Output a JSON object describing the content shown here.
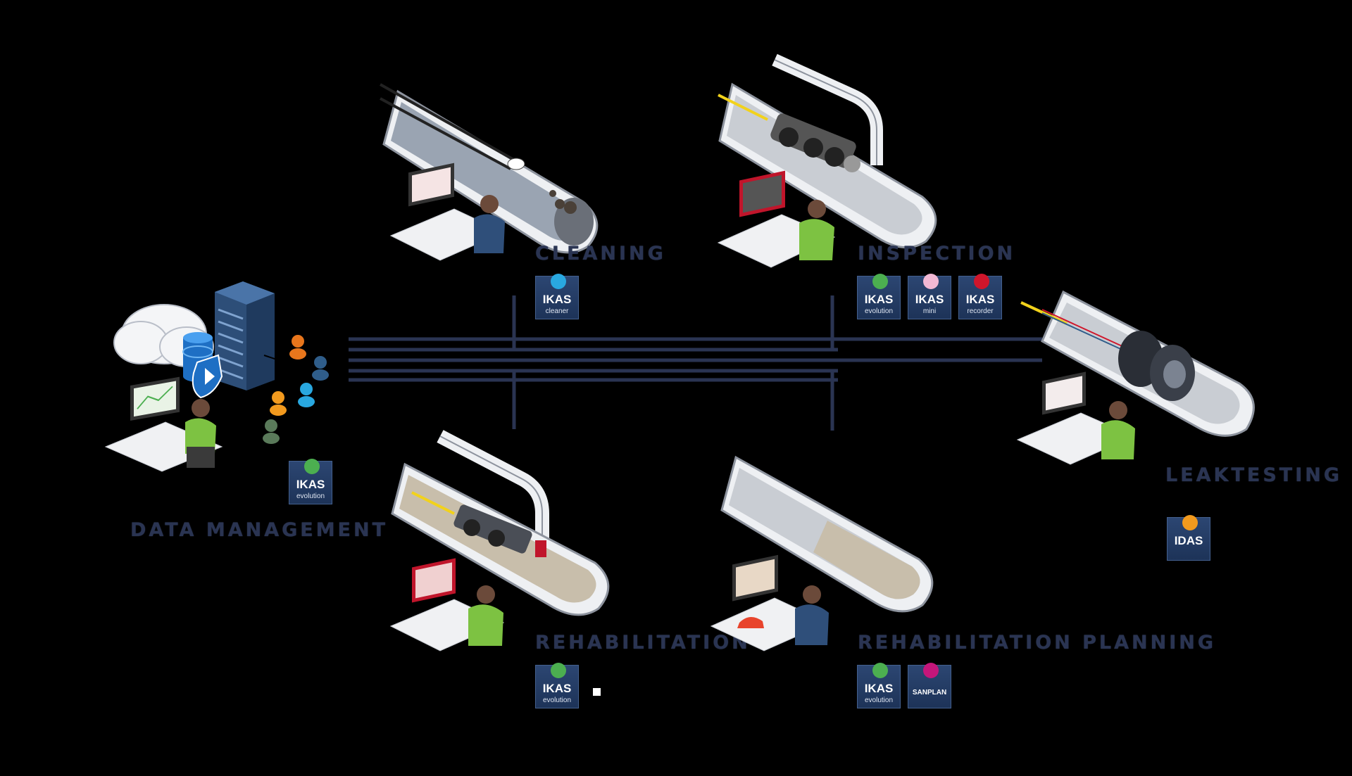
{
  "colors": {
    "background": "#000000",
    "label_text": "#2a3452",
    "badge_bg": "#24406a",
    "connector": "#2a3452",
    "cable_yellow": "#f2d21b",
    "worker_green": "#7dc242",
    "worker_blue": "#2f4f7a"
  },
  "data_management": {
    "label": "DATA MANAGEMENT",
    "badge": {
      "name": "IKAS",
      "sub": "evolution",
      "dot_color": "#4caf50",
      "icon": "leaf-icon"
    },
    "icons": [
      "cloud-icon",
      "server-rack-icon",
      "database-icon",
      "play-icon",
      "user-node-icon"
    ]
  },
  "cleaning": {
    "label": "CLEANING",
    "badges": [
      {
        "name": "IKAS",
        "sub": "cleaner",
        "dot_color": "#29a8e0"
      }
    ]
  },
  "inspection": {
    "label": "INSPECTION",
    "badges": [
      {
        "name": "IKAS",
        "sub": "evolution",
        "dot_color": "#4caf50"
      },
      {
        "name": "IKAS",
        "sub": "mini",
        "dot_color": "#f2b8d4"
      },
      {
        "name": "IKAS",
        "sub": "recorder",
        "dot_color": "#d0162b"
      }
    ]
  },
  "leaktesting": {
    "label": "LEAKTESTING",
    "badges": [
      {
        "name": "IDAS",
        "sub": "",
        "dot_color": "#f29a1e"
      }
    ]
  },
  "rehabilitation": {
    "label": "REHABILITATION",
    "badges": [
      {
        "name": "IKAS",
        "sub": "evolution",
        "dot_color": "#4caf50"
      }
    ]
  },
  "rehabilitation_planning": {
    "label": "REHABILITATION PLANNING",
    "badges": [
      {
        "name": "IKAS",
        "sub": "evolution",
        "dot_color": "#4caf50"
      },
      {
        "name": "SANPLAN",
        "sub": "",
        "dot_color": "#c4167a"
      }
    ]
  }
}
